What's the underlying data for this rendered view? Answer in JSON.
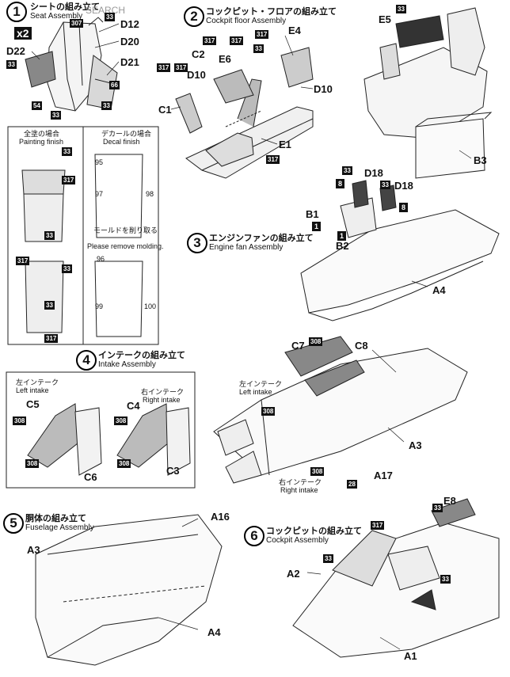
{
  "steps": [
    {
      "num": "1",
      "jp": "シートの組み立て",
      "en": "Seat Assembly"
    },
    {
      "num": "2",
      "jp": "コックピット・フロアの組み立て",
      "en": "Cockpit floor Assembly"
    },
    {
      "num": "3",
      "jp": "エンジンファンの組み立て",
      "en": "Engine fan Assembly"
    },
    {
      "num": "4",
      "jp": "インテークの組み立て",
      "en": "Intake Assembly"
    },
    {
      "num": "5",
      "jp": "胴体の組み立て",
      "en": "Fuselage Assembly"
    },
    {
      "num": "6",
      "jp": "コックピットの組み立て",
      "en": "Cockpit Assembly"
    }
  ],
  "multiplier": "x2",
  "parts": {
    "D12": "D12",
    "D20": "D20",
    "D21": "D21",
    "D22": "D22",
    "E4": "E4",
    "C2": "C2",
    "E6": "E6",
    "D10a": "D10",
    "D10b": "D10",
    "C1": "C1",
    "E1": "E1",
    "E5": "E5",
    "B3": "B3",
    "D18a": "D18",
    "D18b": "D18",
    "B1": "B1",
    "B2": "B2",
    "A4a": "A4",
    "C7": "C7",
    "C8": "C8",
    "A3a": "A3",
    "A17": "A17",
    "C5": "C5",
    "C4": "C4",
    "C6": "C6",
    "C3": "C3",
    "A16": "A16",
    "A3b": "A3",
    "A4b": "A4",
    "E8": "E8",
    "A2": "A2",
    "A1": "A1"
  },
  "colors": {
    "c33": "33",
    "c307": "307",
    "c317": "317",
    "c308": "308",
    "c66": "66",
    "c54": "54",
    "c28": "28",
    "c8": "8",
    "c1": "1"
  },
  "painting": {
    "left_jp": "全塗の場合",
    "left_en": "Painting finish",
    "right_jp": "デカールの場合",
    "right_en": "Decal finish",
    "note_jp": "モールドを削り取る",
    "note_en": "Please remove molding.",
    "decals": [
      "95",
      "97",
      "98",
      "96",
      "99",
      "100"
    ]
  },
  "intake": {
    "left_jp": "左インテーク",
    "left_en": "Left intake",
    "right_jp": "右インテーク",
    "right_en": "Right intake"
  },
  "watermark": "SEARCH"
}
